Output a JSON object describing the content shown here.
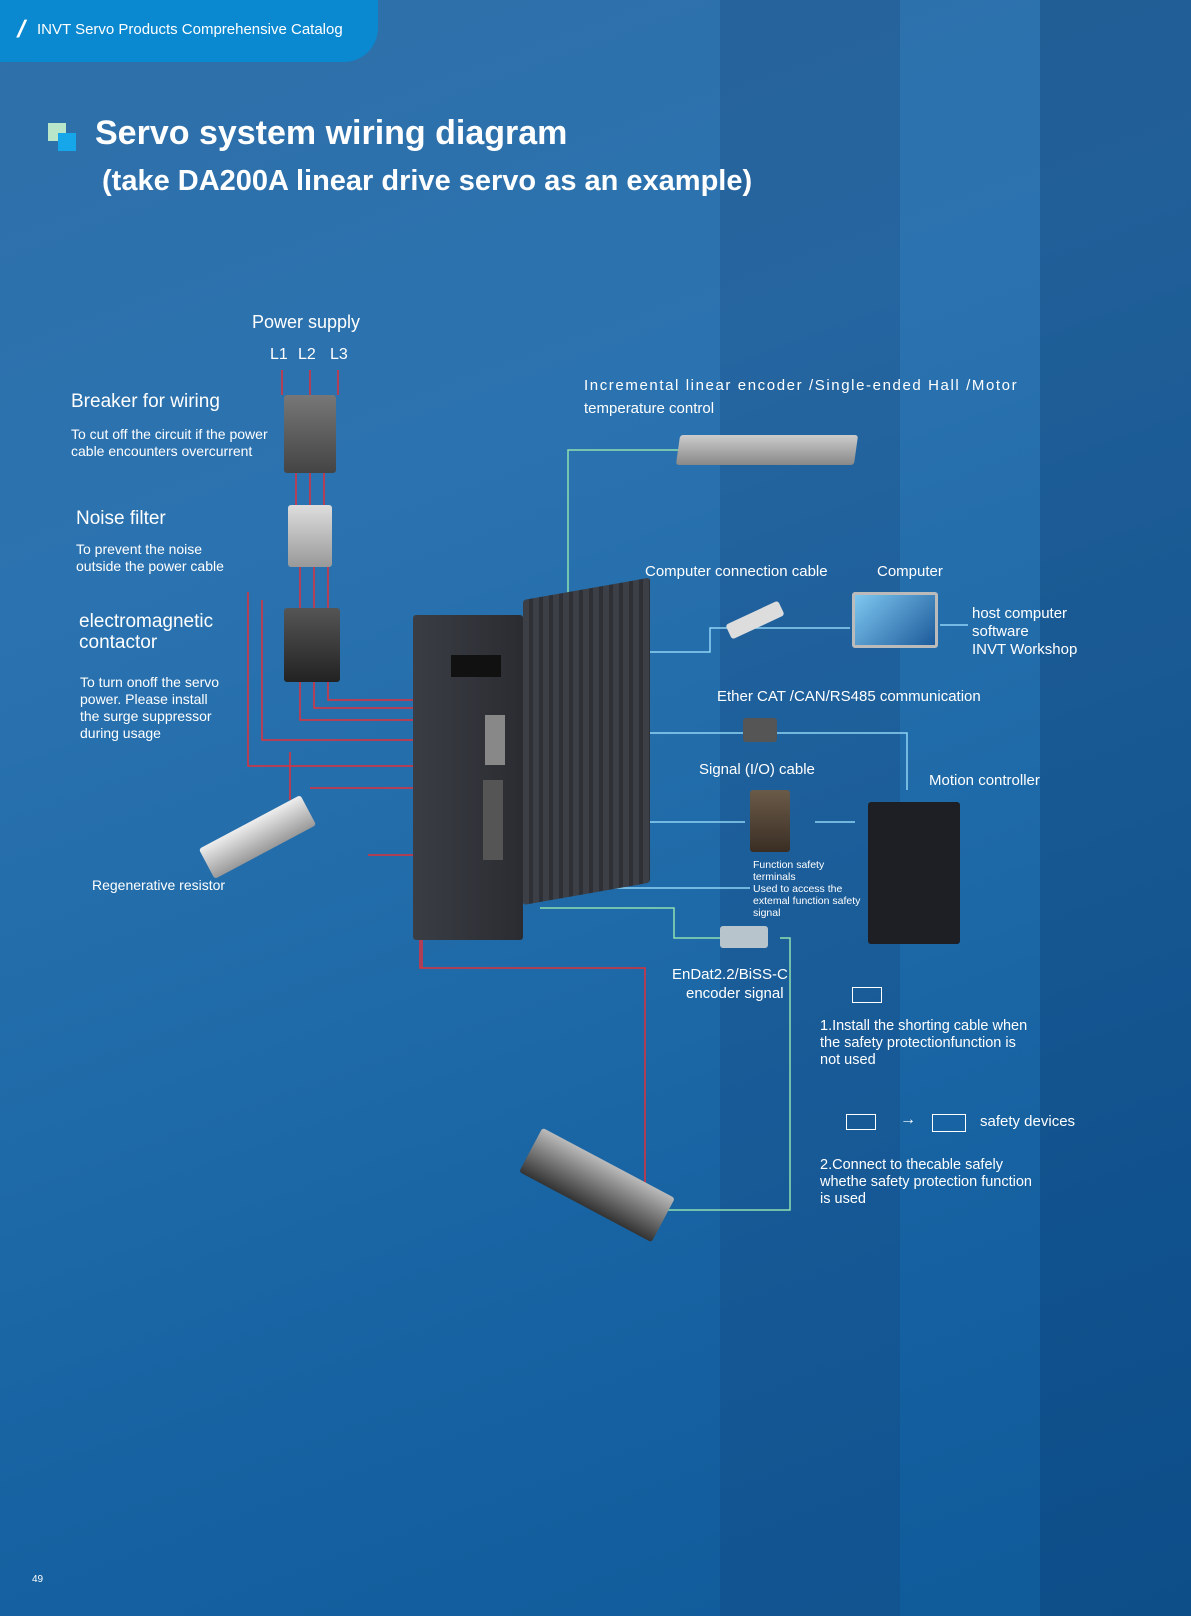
{
  "header": {
    "catalog_title": "INVT Servo Products Comprehensive Catalog"
  },
  "title": {
    "main": "Servo system wiring diagram",
    "sub": "(take DA200A linear drive servo as an example)"
  },
  "power": {
    "label": "Power supply",
    "phases": [
      "L1",
      "L2",
      "L3"
    ]
  },
  "breaker": {
    "title": "Breaker for wiring",
    "desc": [
      "To cut off the circuit if the power",
      "cable encounters overcurrent"
    ]
  },
  "noise_filter": {
    "title": "Noise filter",
    "desc": [
      "To prevent the noise",
      "outside the power cable"
    ]
  },
  "contactor": {
    "title": [
      "electromagnetic",
      "contactor"
    ],
    "desc": [
      "To turn onoff the servo",
      "power. Please install",
      "the surge suppressor",
      "during usage"
    ]
  },
  "regen": {
    "label": "Regenerative resistor"
  },
  "encoder": {
    "label": [
      "Incremental linear encoder /Single-ended Hall /Motor",
      "temperature control"
    ]
  },
  "computer": {
    "cable_label": "Computer connection cable",
    "label": "Computer",
    "software": [
      "host computer",
      "software",
      "INVT Workshop"
    ]
  },
  "comm": {
    "label": "Ether CAT /CAN/RS485 communication"
  },
  "signal": {
    "label": "Signal (I/O) cable"
  },
  "motion": {
    "label": "Motion controller"
  },
  "safety_terminal": {
    "desc": [
      "Function safety",
      "terminals",
      "Used to access the",
      "extemal function safety",
      "signal"
    ]
  },
  "endat": {
    "label": [
      "EnDat2.2/BiSS-C",
      "encoder signal"
    ]
  },
  "notes": {
    "one": [
      "1.Install the shorting cable when",
      "the safety protectionfunction is",
      "not used"
    ],
    "safety_devices": "safety devices",
    "two": [
      "2.Connect to thecable safely",
      "whethe safety protection function",
      "is used"
    ]
  },
  "page": {
    "number": "49"
  },
  "colors": {
    "header": "#0a88d0",
    "power_wire": "#e0303a",
    "signal_wire": "#8fd3f4",
    "encoder_wire": "#8fe0b0"
  }
}
